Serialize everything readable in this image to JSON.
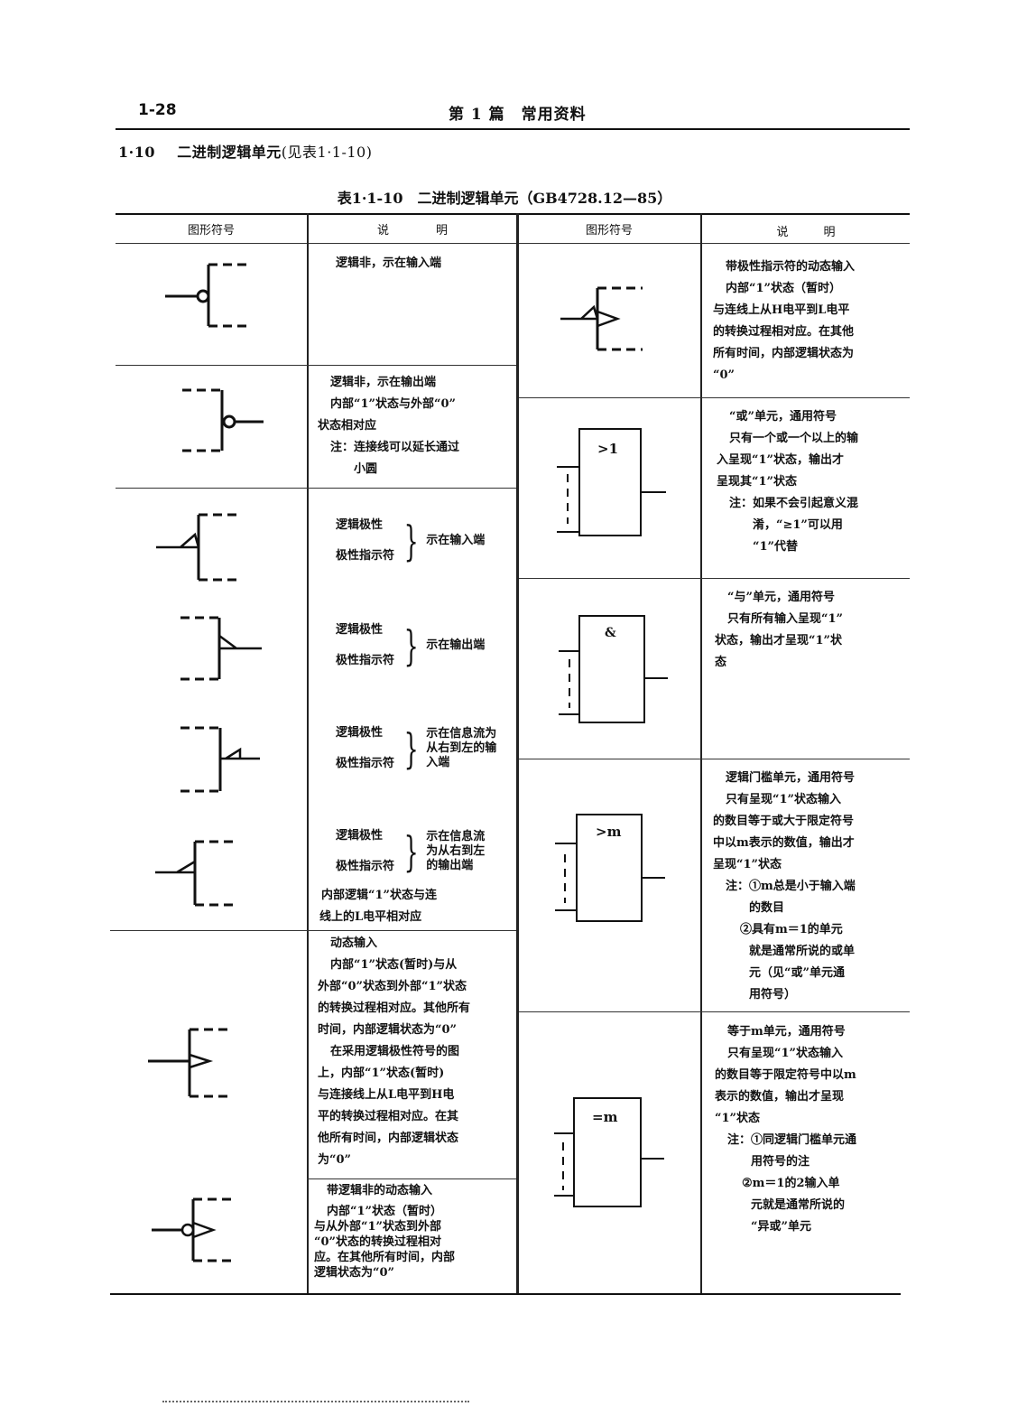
{
  "page": {
    "page_number": "1-28",
    "running_head": "第 1 篇　常用资料",
    "section": {
      "number": "1·10",
      "title": "二进制逻辑单元",
      "ref": "(见表1·1-10)"
    },
    "table_caption": "表1·1-10　二进制逻辑单元（GB4728.12—85）"
  },
  "headers": {
    "symbol_left": "图形符号",
    "desc_left": "说　　　　明",
    "symbol_right": "图形符号",
    "desc_right": "说　　　明"
  },
  "left": {
    "r1": [
      "逻辑非，示在输入端"
    ],
    "r2": [
      "逻辑非，示在输出端",
      "内部“1”状态与外部“0”",
      "状态相对应",
      "注：连接线可以延长通过",
      "小圆"
    ],
    "r3": {
      "a": "逻辑极性",
      "b": "极性指示符",
      "right": "示在输入端"
    },
    "r4": {
      "a": "逻辑极性",
      "b": "极性指示符",
      "right": "示在输出端"
    },
    "r5": {
      "a": "逻辑极性",
      "b": "极性指示符",
      "right": [
        "示在信息流为",
        "从右到左的输",
        "入端"
      ]
    },
    "r6": {
      "a": "逻辑极性",
      "b": "极性指示符",
      "right": [
        "示在信息流",
        "为从右到左",
        "的输出端"
      ],
      "extra": [
        "内部逻辑“1”状态与连",
        "线上的L电平相对应"
      ]
    },
    "r7": [
      "动态输入",
      "内部“1”状态(暂时)与从",
      "外部“0”状态到外部“1”状态",
      "的转换过程相对应。其他所有",
      "时间，内部逻辑状态为“0”",
      "在采用逻辑极性符号的图",
      "上，内部“1”状态(暂时)",
      "与连接线上从L电平到H电",
      "平的转换过程相对应。在其",
      "他所有时间，内部逻辑状态",
      "为“0”"
    ],
    "r8": [
      "带逻辑非的动态输入",
      "内部“1”状态（暂时）",
      "与从外部“1”状态到外部",
      "“0”状态的转换过程相对",
      "应。在其他所有时间，内部",
      "逻辑状态为“0”"
    ]
  },
  "right": {
    "r1": [
      "带极性指示符的动态输入",
      "内部“1”状态（暂时）",
      "与连线上从H电平到L电平",
      "的转换过程相对应。在其他",
      "所有时间，内部逻辑状态为",
      "“0”"
    ],
    "r2": {
      "label": ">1",
      "lines": [
        "“或”单元，通用符号",
        "只有一个或一个以上的输",
        "入呈现“1”状态，输出才",
        "呈现其“1”状态",
        "注：如果不会引起意义混",
        "淆，“≥1”可以用",
        "“1”代替"
      ]
    },
    "r3": {
      "label": "&",
      "lines": [
        "“与”单元，通用符号",
        "只有所有输入呈现“1”",
        "状态，输出才呈现“1”状",
        "态"
      ]
    },
    "r4": {
      "label": ">m",
      "lines": [
        "逻辑门槛单元，通用符号",
        "只有呈现“1”状态输入",
        "的数目等于或大于限定符号",
        "中以m表示的数值，输出才",
        "呈现“1”状态",
        "注：①m总是小于输入端",
        "的数目",
        "②具有m＝1的单元",
        "就是通常所说的或单",
        "元（见“或”单元通",
        "用符号）"
      ]
    },
    "r5": {
      "label": "=m",
      "lines": [
        "等于m单元，通用符号",
        "只有呈现“1”状态输入",
        "的数目等于限定符号中以m",
        "表示的数值，输出才呈现",
        "“1”状态",
        "注：①同逻辑门槛单元通",
        "用符号的注",
        "②m＝1的2输入单",
        "元就是通常所说的",
        "“异或”单元"
      ]
    }
  }
}
